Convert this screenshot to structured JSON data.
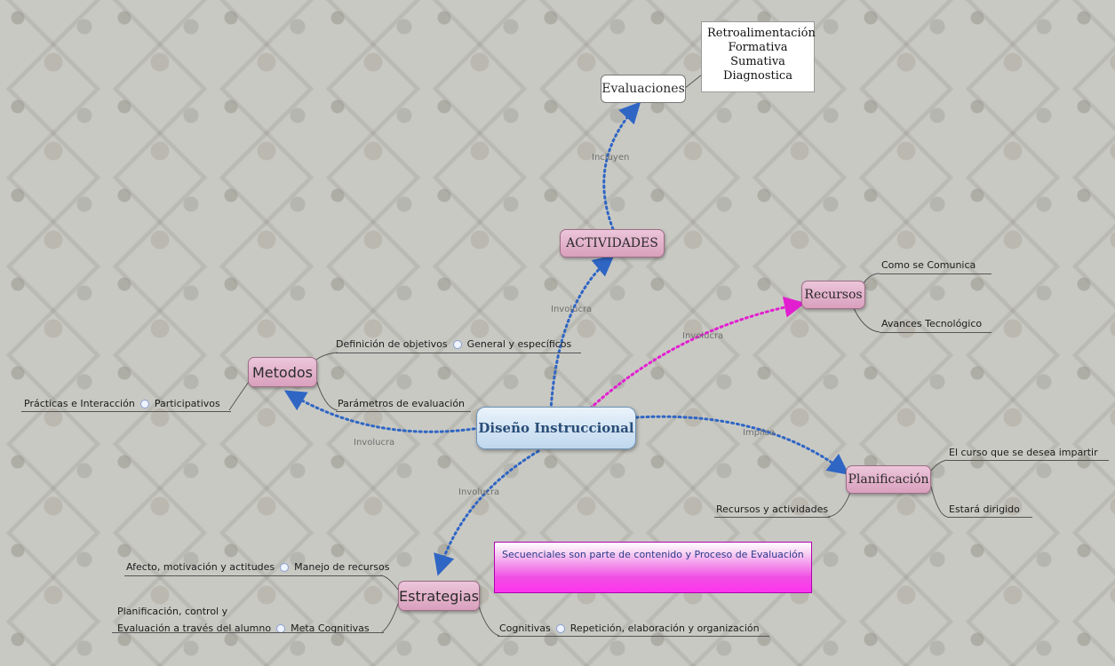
{
  "central": {
    "label": "Diseño Instruccional"
  },
  "nodes": {
    "actividades": "ACTIVIDADES",
    "evaluaciones": "Evaluaciones",
    "recursos": "Recursos",
    "metodos": "Metodos",
    "planificacion": "Planificación",
    "estrategias": "Estrategias"
  },
  "evaluation_types": [
    "Retroalimentación",
    "Formativa",
    "Sumativa",
    "Diagnostica"
  ],
  "connector_labels": {
    "incluyen": "Incluyen",
    "involucra_actividades": "Involucra",
    "involucra_recursos": "Involucra",
    "involucra_metodos": "Involucra",
    "implica": "Implica",
    "involucra_estrategias": "Involucra"
  },
  "recursos_subtopics": [
    "Como se Comunica",
    "Avances Tecnológico"
  ],
  "metodos_subtopics": {
    "definicion": "Definición de objetivos",
    "definicion_child": "General y específicos",
    "parametros": "Parámetros de evaluación",
    "participativos": "Participativos",
    "participativos_child": "Prácticas  e Interacción"
  },
  "planificacion_subtopics": [
    "El curso que se desea impartir",
    "Estará dirigido",
    "Recursos y actividades"
  ],
  "estrategias_subtopics": {
    "manejo": "Manejo de recursos",
    "manejo_child": "Afecto, motivación  y actitudes",
    "meta": "Meta Cognitivas",
    "meta_child_line1": "Planificación, control  y",
    "meta_child_line2": "Evaluación  a través  del alumno",
    "cognitivas": "Cognitivas",
    "cognitivas_child": "Repetición, elaboración  y organización"
  },
  "callout": "Secuenciales  son parte de  contenido y  Proceso de Evaluación",
  "colors": {
    "connector_blue": "#2f66c4",
    "connector_magenta": "#e21fd0",
    "node_pink": "#e2b3cc",
    "central_blue": "#cfe2f3",
    "callout_magenta": "#ff33ee"
  }
}
